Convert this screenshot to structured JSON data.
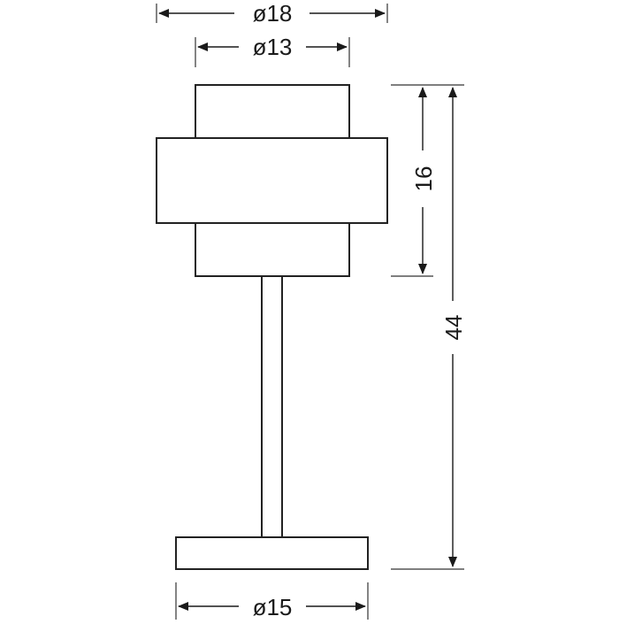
{
  "diagram": {
    "dimensions": {
      "top_diameter": "ø18",
      "inner_diameter": "ø13",
      "shade_height": "16",
      "total_height": "44",
      "base_diameter": "ø15"
    }
  }
}
